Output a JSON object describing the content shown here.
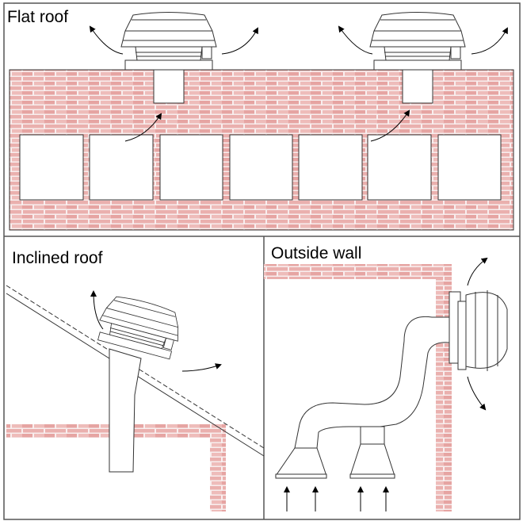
{
  "panels": {
    "flat_roof": {
      "title": "Flat roof"
    },
    "inclined_roof": {
      "title": "Inclined roof"
    },
    "outside_wall": {
      "title": "Outside wall"
    }
  },
  "colors": {
    "brick": "#eab0ae",
    "mortar": "#f8eeee",
    "line": "#333333"
  }
}
